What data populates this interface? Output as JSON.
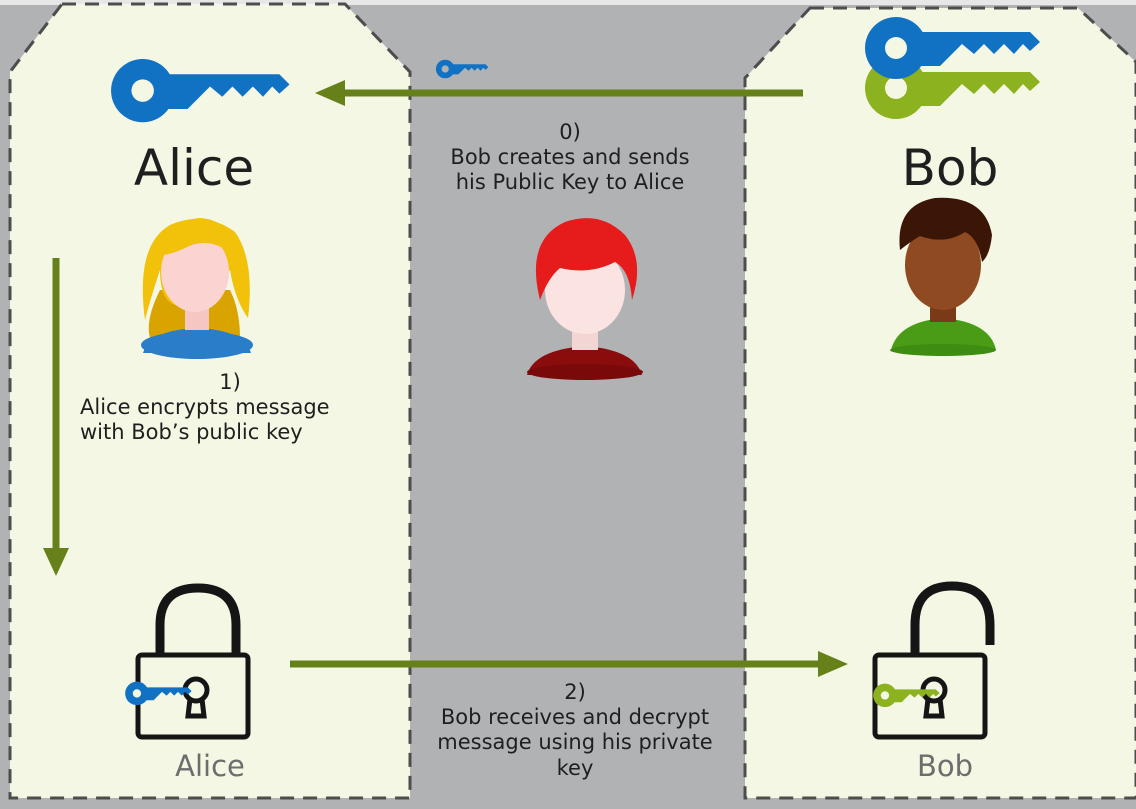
{
  "title": "",
  "colors": {
    "background": "#b1b2b4",
    "panel_fill": "#f4f7e4",
    "panel_border": "#4d4d4d",
    "arrow": "#66801a",
    "public_key": "#1172c4",
    "private_key": "#8cb21f"
  },
  "alice": {
    "name": "Alice",
    "lock_label": "Alice"
  },
  "bob": {
    "name": "Bob",
    "lock_label": "Bob"
  },
  "steps": {
    "step0": {
      "num": "0)",
      "line1": "Bob creates and sends",
      "line2": "his Public Key to Alice"
    },
    "step1": {
      "num": "1)",
      "line1": "Alice encrypts message",
      "line2": "with Bob’s public key"
    },
    "step2": {
      "num": "2)",
      "line1": "Bob receives and decrypt",
      "line2": "message using his private",
      "line3": "key"
    }
  },
  "icons": {
    "alice_key": "public-key-icon",
    "transit_key": "public-key-icon",
    "bob_public_key": "public-key-icon",
    "bob_private_key": "private-key-icon",
    "alice_avatar": "woman-avatar-icon",
    "eve_avatar": "red-hair-avatar-icon",
    "bob_avatar": "man-avatar-icon",
    "closed_lock": "closed-padlock-icon",
    "open_lock": "open-padlock-icon"
  }
}
